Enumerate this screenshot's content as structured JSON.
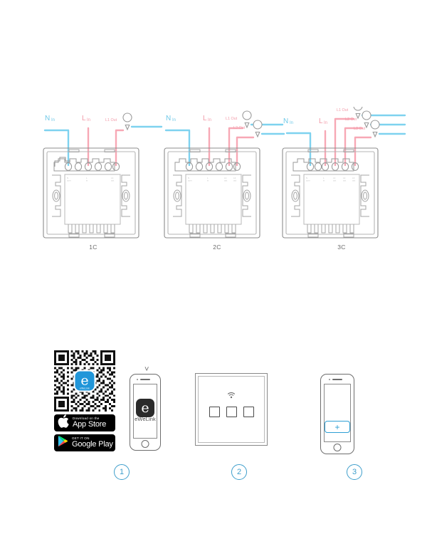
{
  "wiring": {
    "diagrams": [
      {
        "caption": "1C",
        "labels": {
          "neutral": "N In",
          "live": "L In",
          "out1": "L1 Out"
        },
        "terminal_count": 6,
        "bulbs": 1,
        "wire_colors": {
          "neutral": "#7ed2ef",
          "live": "#f7a8b5",
          "bulb_lead": "#7ed2ef"
        }
      },
      {
        "caption": "2C",
        "labels": {
          "neutral": "N In",
          "live": "L In",
          "out1": "L1 Out",
          "out2": "L2 Out"
        },
        "terminal_count": 6,
        "bulbs": 2,
        "wire_colors": {
          "neutral": "#7ed2ef",
          "live": "#f7a8b5",
          "bulb_lead": "#7ed2ef"
        }
      },
      {
        "caption": "3C",
        "labels": {
          "neutral": "N In",
          "live": "L In",
          "out1": "L1 Out",
          "out2": "L2 Out",
          "out3": "L3 Out"
        },
        "terminal_count": 6,
        "bulbs": 3,
        "wire_colors": {
          "neutral": "#7ed2ef",
          "live": "#f7a8b5",
          "bulb_lead": "#7ed2ef"
        }
      }
    ]
  },
  "setup": {
    "qr": {
      "logo_letter": "e",
      "logo_caption": "eWeLink",
      "logo_color": "#2196d9"
    },
    "badges": [
      {
        "icon": "apple-icon",
        "small": "Download on the",
        "big": "App Store"
      },
      {
        "icon": "google-play-icon",
        "small": "GET IT ON",
        "big": "Google Play"
      }
    ],
    "phone1": {
      "app_letter": "e",
      "app_name": "eWeLink"
    },
    "wall_switch": {
      "wifi_icon": "wifi-icon",
      "key_count": 3
    },
    "phone3": {
      "add_button_label": "+"
    },
    "steps": [
      {
        "number": "1"
      },
      {
        "number": "2"
      },
      {
        "number": "3"
      }
    ]
  },
  "colors": {
    "accent_blue": "#3d9ecb",
    "wire_blue": "#7ed2ef",
    "wire_pink": "#f7a8b5",
    "outline_gray": "#8a8a8a"
  }
}
